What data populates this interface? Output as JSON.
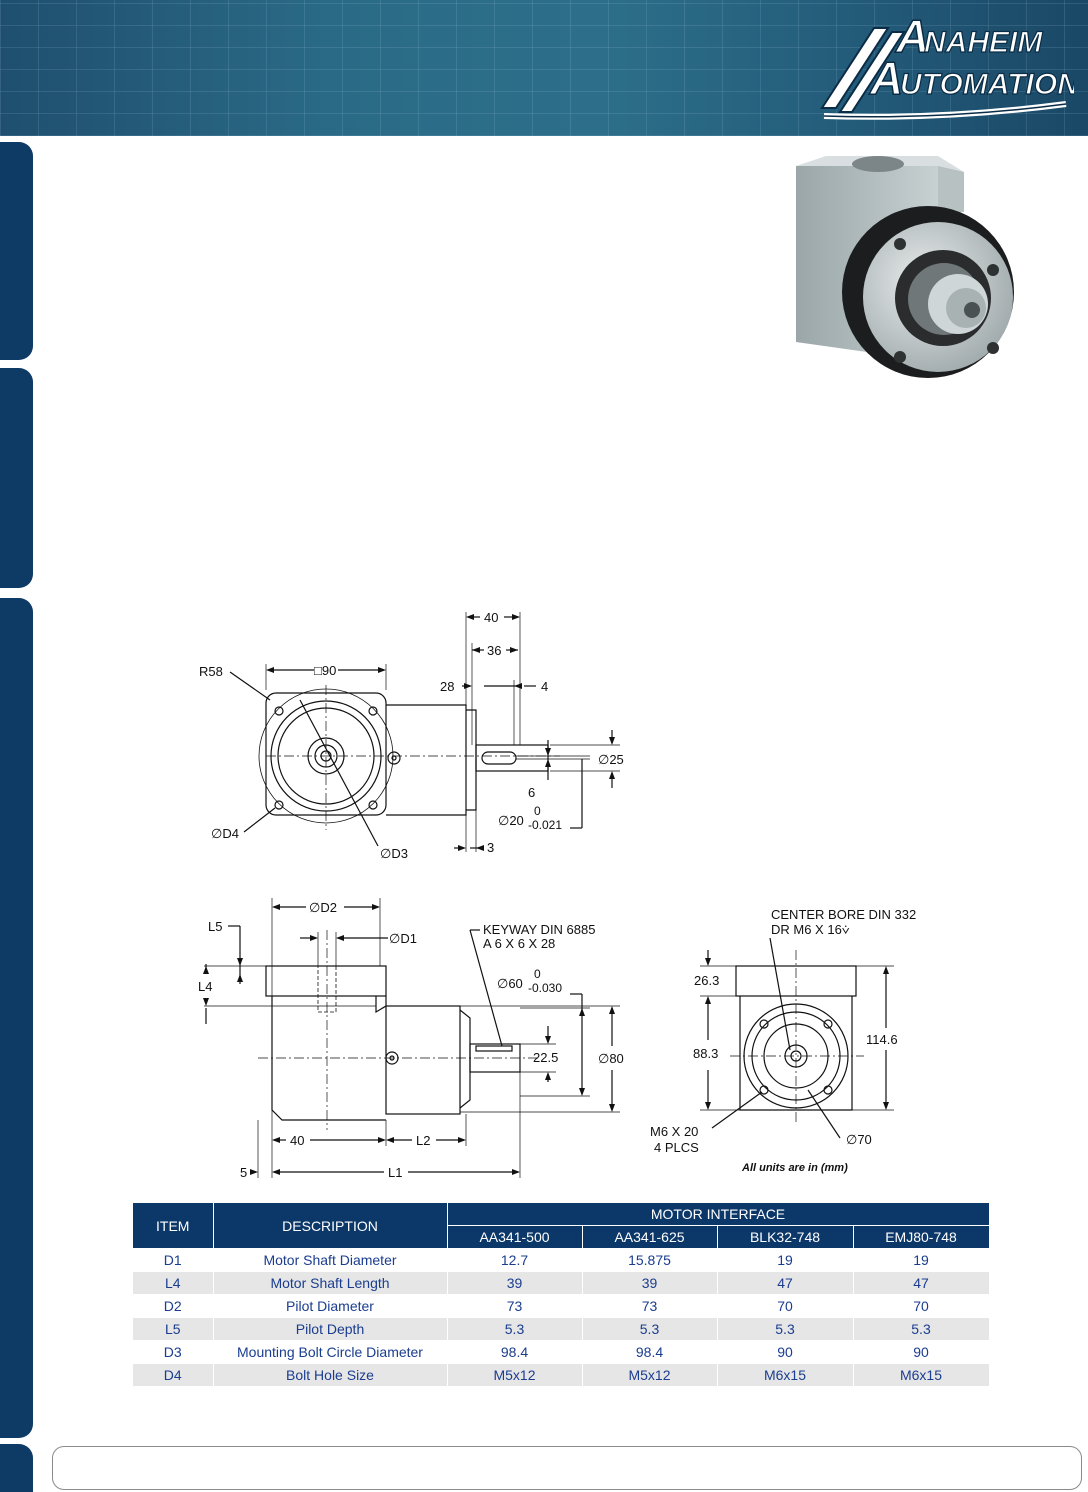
{
  "brand": {
    "line1": "NAHEIM",
    "line2": "UTOMATION",
    "initial1": "A",
    "initial2": "A"
  },
  "drawing": {
    "top_view": {
      "r58": "R58",
      "sq90": "□90",
      "d40": "40",
      "d36": "36",
      "d28": "28",
      "d4": "4",
      "dia25": "∅25",
      "d6": "6",
      "dia20": "∅20",
      "tol20_top": "0",
      "tol20_bot": "-0.021",
      "dD4": "∅D4",
      "dD3": "∅D3",
      "d3": "3"
    },
    "side_view": {
      "dD2": "∅D2",
      "L5": "L5",
      "dD1": "∅D1",
      "L4": "L4",
      "keyway1": "KEYWAY DIN 6885",
      "keyway2": "A 6 X 6 X 28",
      "dia60": "∅60",
      "tol60_top": "0",
      "tol60_bot": "-0.030",
      "d22_5": "22.5",
      "dia80": "∅80",
      "d40": "40",
      "L2": "L2",
      "d5": "5",
      "L1": "L1"
    },
    "end_view": {
      "bore1": "CENTER BORE DIN 332",
      "bore2": "DR M6 X 16⩒",
      "d26_3": "26.3",
      "d88_3": "88.3",
      "d114_6": "114.6",
      "m6a": "M6 X 20",
      "m6b": "4 PLCS",
      "dia70": "∅70"
    },
    "units_note": "All units are in (mm)"
  },
  "table": {
    "headers": {
      "item": "ITEM",
      "description": "DESCRIPTION",
      "group": "MOTOR INTERFACE"
    },
    "models": [
      "AA341-500",
      "AA341-625",
      "BLK32-748",
      "EMJ80-748"
    ],
    "rows": [
      {
        "item": "D1",
        "description": "Motor Shaft Diameter",
        "values": [
          "12.7",
          "15.875",
          "19",
          "19"
        ]
      },
      {
        "item": "L4",
        "description": "Motor Shaft Length",
        "values": [
          "39",
          "39",
          "47",
          "47"
        ]
      },
      {
        "item": "D2",
        "description": "Pilot Diameter",
        "values": [
          "73",
          "73",
          "70",
          "70"
        ]
      },
      {
        "item": "L5",
        "description": "Pilot Depth",
        "values": [
          "5.3",
          "5.3",
          "5.3",
          "5.3"
        ]
      },
      {
        "item": "D3",
        "description": "Mounting Bolt Circle Diameter",
        "values": [
          "98.4",
          "98.4",
          "90",
          "90"
        ]
      },
      {
        "item": "D4",
        "description": "Bolt Hole Size",
        "values": [
          "M5x12",
          "M5x12",
          "M6x15",
          "M6x15"
        ]
      }
    ]
  }
}
